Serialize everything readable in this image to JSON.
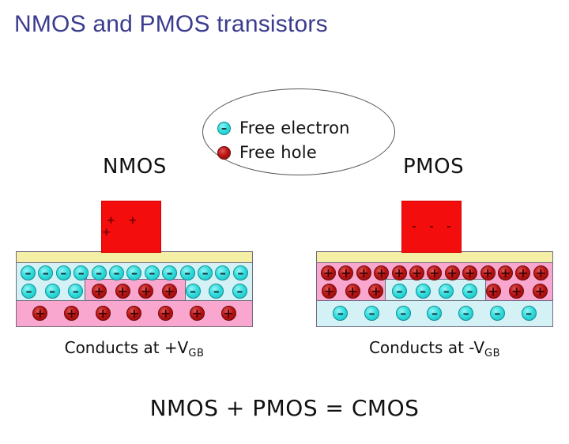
{
  "slide": {
    "title": "NMOS and PMOS transistors",
    "title_color": "#3b3b8f",
    "formula": "NMOS + PMOS = CMOS"
  },
  "legend": {
    "electron": {
      "icon": "electron-circle-minus",
      "label": "Free electron",
      "color": "#33dede",
      "sign": "–"
    },
    "hole": {
      "icon": "hole-circle-filled",
      "label": "Free hole",
      "color": "#bb1414",
      "sign": ""
    }
  },
  "devices": [
    {
      "key": "nmos",
      "label": "NMOS",
      "gate": {
        "charge": "+ + +",
        "color": "#f40d0d"
      },
      "oxide_color": "#f5efa6",
      "channel_color": "#d4f2f5",
      "substrate_color": "#f9a7ce",
      "channel_top_row": [
        "e",
        "e",
        "e",
        "e",
        "e",
        "e",
        "e",
        "e",
        "e",
        "e",
        "e",
        "e",
        "e"
      ],
      "channel_mid_row": [
        "e",
        "e",
        "e",
        "h",
        "h",
        "h",
        "h",
        "e",
        "e",
        "e"
      ],
      "substrate_row": [
        "h",
        "h",
        "h",
        "h",
        "h",
        "h",
        "h"
      ],
      "caption_prefix": "Conducts at +V",
      "caption_subscript": "GB"
    },
    {
      "key": "pmos",
      "label": "PMOS",
      "gate": {
        "charge": "- - -",
        "color": "#f40d0d"
      },
      "oxide_color": "#f5efa6",
      "channel_color": "#f9a7ce",
      "substrate_color": "#d4f2f5",
      "channel_top_row": [
        "h",
        "h",
        "h",
        "h",
        "h",
        "h",
        "h",
        "h",
        "h",
        "h",
        "h",
        "h",
        "h"
      ],
      "channel_mid_row": [
        "h",
        "h",
        "h",
        "e",
        "e",
        "e",
        "e",
        "h",
        "h",
        "h"
      ],
      "substrate_row": [
        "e",
        "e",
        "e",
        "e",
        "e",
        "e",
        "e"
      ],
      "caption_prefix": "Conducts at -V",
      "caption_subscript": "GB"
    }
  ]
}
